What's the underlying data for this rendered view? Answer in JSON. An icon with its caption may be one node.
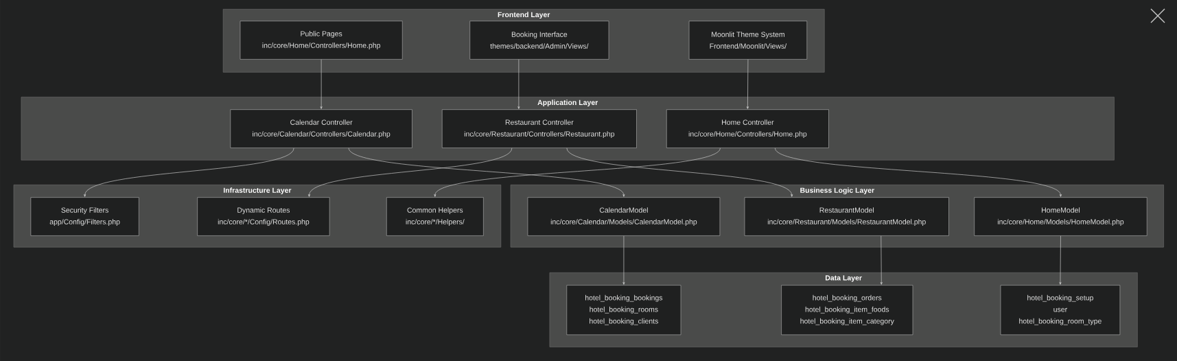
{
  "diagram": {
    "nodes": [
      {
        "text": [
          "Frontend Layer"
        ]
      },
      {
        "text": [
          "Public Pages",
          "inc/core/Home/Controllers/Home.php"
        ],
        "in": 0
      },
      {
        "text": [
          "Booking Interface",
          "themes/backend/Admin/Views/"
        ],
        "in": 0
      },
      {
        "text": [
          "Moonlit Theme System",
          "Frontend/Moonlit/Views/"
        ],
        "in": 0
      },
      {
        "text": [
          "Application Layer"
        ]
      },
      {
        "text": [
          "Calendar Controller",
          "inc/core/Calendar/Controllers/Calendar.php"
        ],
        "in": 4
      },
      {
        "text": [
          "Restaurant Controller",
          "inc/core/Restaurant/Controllers/Restaurant.php"
        ],
        "in": 4
      },
      {
        "text": [
          "Home Controller",
          "inc/core/Home/Controllers/Home.php"
        ],
        "in": 4
      },
      {
        "text": [
          "Infrastructure Layer"
        ]
      },
      {
        "text": [
          "Security Filters",
          "app/Config/Filters.php"
        ],
        "in": 8
      },
      {
        "text": [
          "Dynamic Routes",
          "inc/core/*/Config/Routes.php"
        ],
        "in": 8
      },
      {
        "text": [
          "Common Helpers",
          "inc/core/*/Helpers/"
        ],
        "in": 8
      },
      {
        "text": [
          "Business Logic Layer"
        ]
      },
      {
        "text": [
          "CalendarModel",
          "inc/core/Calendar/Models/CalendarModel.php"
        ],
        "in": 12
      },
      {
        "text": [
          "RestaurantModel",
          "inc/core/Restaurant/Models/RestaurantModel.php"
        ],
        "in": 12
      },
      {
        "text": [
          "HomeModel",
          "inc/core/Home/Models/HomeModel.php"
        ],
        "in": 12
      },
      {
        "text": [
          "Data Layer"
        ]
      },
      {
        "text": [
          "hotel_booking_bookings",
          "hotel_booking_rooms",
          "hotel_booking_clients"
        ],
        "in": 16
      },
      {
        "text": [
          "hotel_booking_orders",
          "hotel_booking_item_foods",
          "hotel_booking_item_category"
        ],
        "in": 16
      },
      {
        "text": [
          "hotel_booking_setup",
          "user",
          "hotel_booking_room_type"
        ],
        "in": 16
      }
    ],
    "edges": [
      {
        "from": 1,
        "to": 5,
        "arrow": "to"
      },
      {
        "from": 2,
        "to": 6,
        "arrow": "to"
      },
      {
        "from": 3,
        "to": 7,
        "arrow": "to"
      },
      {
        "from": 5,
        "to": 9,
        "arrow": "to"
      },
      {
        "from": 5,
        "to": 13,
        "arrow": "to"
      },
      {
        "from": 6,
        "to": 10,
        "arrow": "to"
      },
      {
        "from": 6,
        "to": 14,
        "arrow": "to"
      },
      {
        "from": 7,
        "to": 11,
        "arrow": "to"
      },
      {
        "from": 7,
        "to": 15,
        "arrow": "to"
      },
      {
        "from": 13,
        "to": 17,
        "arrow": "to"
      },
      {
        "from": 14,
        "to": 18,
        "arrow": "to"
      },
      {
        "from": 15,
        "to": 19,
        "arrow": "to"
      }
    ]
  }
}
